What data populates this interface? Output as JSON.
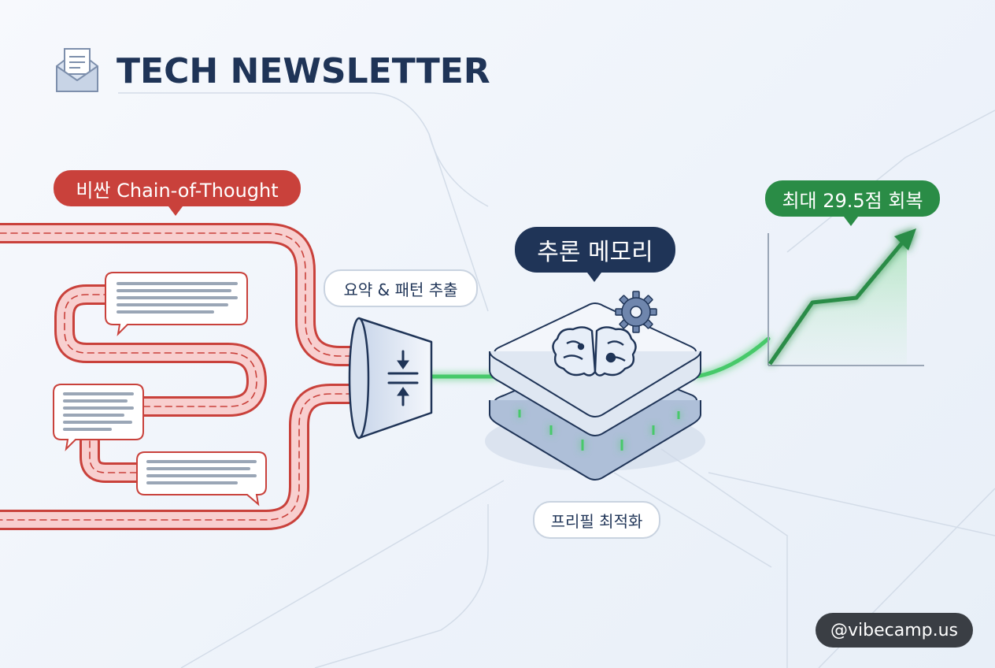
{
  "header": {
    "title": "TECH NEWSLETTER",
    "icon": "envelope-icon"
  },
  "labels": {
    "expensive_cot": "비싼 Chain-of-Thought",
    "summary_pattern": "요약 & 패턴 추출",
    "reasoning_memory": "추론 메모리",
    "prefill_optimization": "프리필 최적화",
    "max_recovery": "최대 29.5점 회복"
  },
  "footer": {
    "handle": "@vibecamp.us"
  },
  "icons": [
    "envelope-icon",
    "compress-icon",
    "brain-icon",
    "gear-icon",
    "trend-arrow-icon"
  ],
  "colors": {
    "accent_red": "#c9413b",
    "accent_green": "#2a8c46",
    "navy": "#1f3457",
    "glow_green": "#46c96a"
  }
}
